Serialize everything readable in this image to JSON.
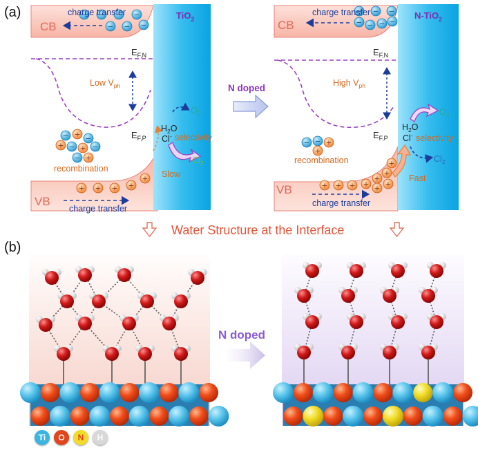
{
  "panel_a": {
    "label": "(a)",
    "left": {
      "material": "TiO",
      "material_sub": "2",
      "cb_label": "CB",
      "vb_label": "VB",
      "charge_transfer_top": "charge transfer",
      "charge_transfer_bottom": "charge transfer",
      "efn_main": "E",
      "efn_sub": "F,N",
      "efp_main": "E",
      "efp_sub": "F,P",
      "vph_main": "Low V",
      "vph_sub": "ph",
      "water_main": "H",
      "water_sub": "2",
      "water_tail": "O",
      "chloride": "Cl",
      "chloride_sup": "-",
      "o2_main": "O",
      "o2_sub": "2",
      "cl2_main": "Cl",
      "cl2_sub": "2",
      "selectivity": "selectivity",
      "recombination": "recombination",
      "rate_label": "Slow"
    },
    "arrow_label": "N doped",
    "right": {
      "material": "N-TiO",
      "material_sub": "2",
      "cb_label": "CB",
      "vb_label": "VB",
      "charge_transfer_top": "charge transfer",
      "charge_transfer_bottom": "charge transfer",
      "efn_main": "E",
      "efn_sub": "F,N",
      "efp_main": "E",
      "efp_sub": "F,P",
      "vph_main": "High V",
      "vph_sub": "ph",
      "water_main": "H",
      "water_sub": "2",
      "water_tail": "O",
      "chloride": "Cl",
      "chloride_sup": "-",
      "o2_main": "O",
      "o2_sub": "2",
      "cl2_main": "Cl",
      "cl2_sub": "2",
      "selectivity": "selectivity",
      "recombination": "recombination",
      "rate_label": "Fast"
    },
    "electron_symbol": "−",
    "hole_symbol": "+"
  },
  "banner": "Water Structure at the Interface",
  "panel_b": {
    "label": "(b)",
    "arrow_label": "N doped"
  },
  "legend": [
    {
      "symbol": "Ti",
      "color": "#3cb4e0"
    },
    {
      "symbol": "O",
      "color": "#e0451c"
    },
    {
      "symbol": "N",
      "color": "#f2dc2a"
    },
    {
      "symbol": "H",
      "color": "#d8d8d8"
    }
  ],
  "colors": {
    "band": "#f39c8c",
    "tio2": "#2fb8ec",
    "electron": "#39a6dd",
    "hole": "#f08232",
    "fermi": "#9b3fc0",
    "arrow_blue": "#1c3c9c",
    "text_orange": "#d2691e",
    "purple": "#8a35b8",
    "cl2": "#6cc12a",
    "o2": "#2aa8a0"
  }
}
